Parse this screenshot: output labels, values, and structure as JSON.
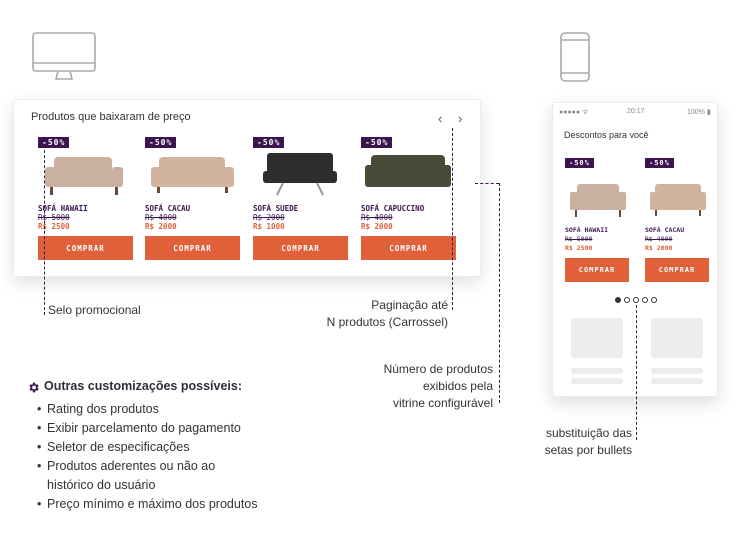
{
  "colors": {
    "badge_bg": "#3e1450",
    "accent": "#e0603a",
    "text": "#333333"
  },
  "icons": {
    "desktop": "monitor-icon",
    "mobile": "smartphone-icon",
    "options": "gear-icon"
  },
  "desktop": {
    "title": "Produtos que baixaram de preço",
    "prev_arrow": "‹",
    "next_arrow": "›",
    "products": [
      {
        "badge": "-50%",
        "name": "SOFÁ HAWAII",
        "old_price": "R$ 5000",
        "new_price": "R$ 2500",
        "button": "COMPRAR",
        "color": "#c9b0a0"
      },
      {
        "badge": "-50%",
        "name": "SOFÁ CACAU",
        "old_price": "R$ 4000",
        "new_price": "R$ 2000",
        "button": "COMPRAR",
        "color": "#d2b39e"
      },
      {
        "badge": "-50%",
        "name": "SOFÁ SUEDE",
        "old_price": "R$ 2000",
        "new_price": "R$ 1000",
        "button": "COMPRAR",
        "color": "#2e2e2e"
      },
      {
        "badge": "-50%",
        "name": "SOFÁ CAPUCCINO",
        "old_price": "R$ 4000",
        "new_price": "R$ 2000",
        "button": "COMPRAR",
        "color": "#4a4a38"
      }
    ]
  },
  "mobile": {
    "status_signal": "●●●●● ᯤ",
    "status_time": "20:17",
    "status_battery": "100% ▮",
    "title": "Descontos para você",
    "products": [
      {
        "badge": "-50%",
        "name": "SOFÁ HAWAII",
        "old_price": "R$ 5000",
        "new_price": "R$ 2500",
        "button": "COMPRAR",
        "color": "#c9b0a0"
      },
      {
        "badge": "-50%",
        "name": "SOFÁ CACAU",
        "old_price": "R$ 4000",
        "new_price": "R$ 2000",
        "button": "COMPRAR",
        "color": "#d2b39e"
      }
    ],
    "bullets": 5,
    "active_bullet": 1
  },
  "annotations": {
    "selo": "Selo promocional",
    "paginacao_1": "Paginação até",
    "paginacao_2": "N produtos (Carrossel)",
    "numero_1": "Número de produtos",
    "numero_2": "exibidos pela",
    "numero_3": "vitrine configurável",
    "subst_1": "substituição das",
    "subst_2": "setas por bullets"
  },
  "customizations": {
    "title": "Outras customizações possíveis:",
    "items": [
      "Rating dos produtos",
      "Exibir parcelamento do pagamento",
      "Seletor de especificações",
      "Produtos aderentes ou não ao",
      "histórico do usuário",
      "Preço mínimo e máximo dos produtos"
    ]
  }
}
